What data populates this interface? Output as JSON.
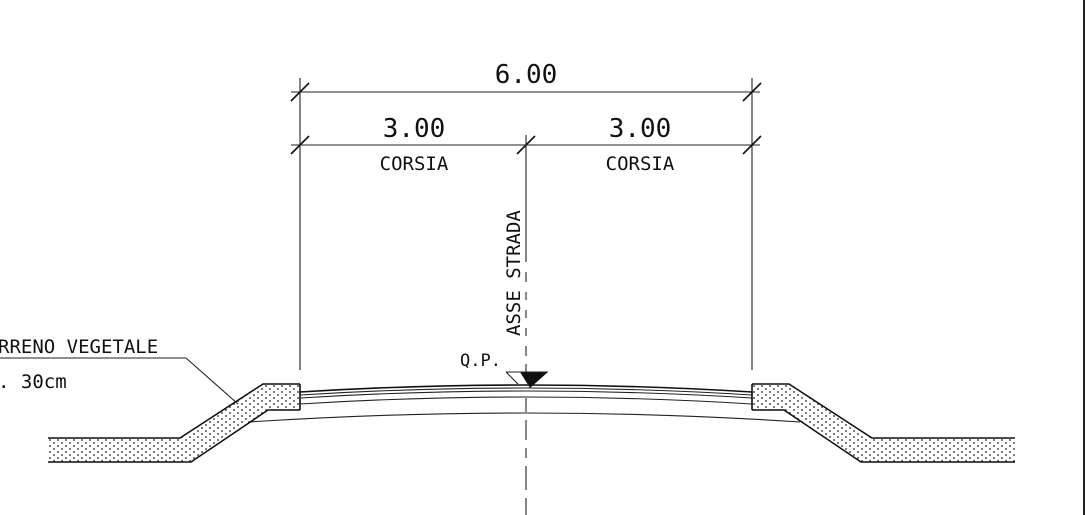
{
  "drawing": {
    "total_width_label": "6.00",
    "left_lane_width_label": "3.00",
    "right_lane_width_label": "3.00",
    "left_lane_name": "CORSIA",
    "right_lane_name": "CORSIA",
    "axis_label": "ASSE STRADA",
    "level_marker_label": "Q.P.",
    "topsoil_label_line1": "RRENO VEGETALE",
    "topsoil_label_line2": ". 30cm"
  }
}
